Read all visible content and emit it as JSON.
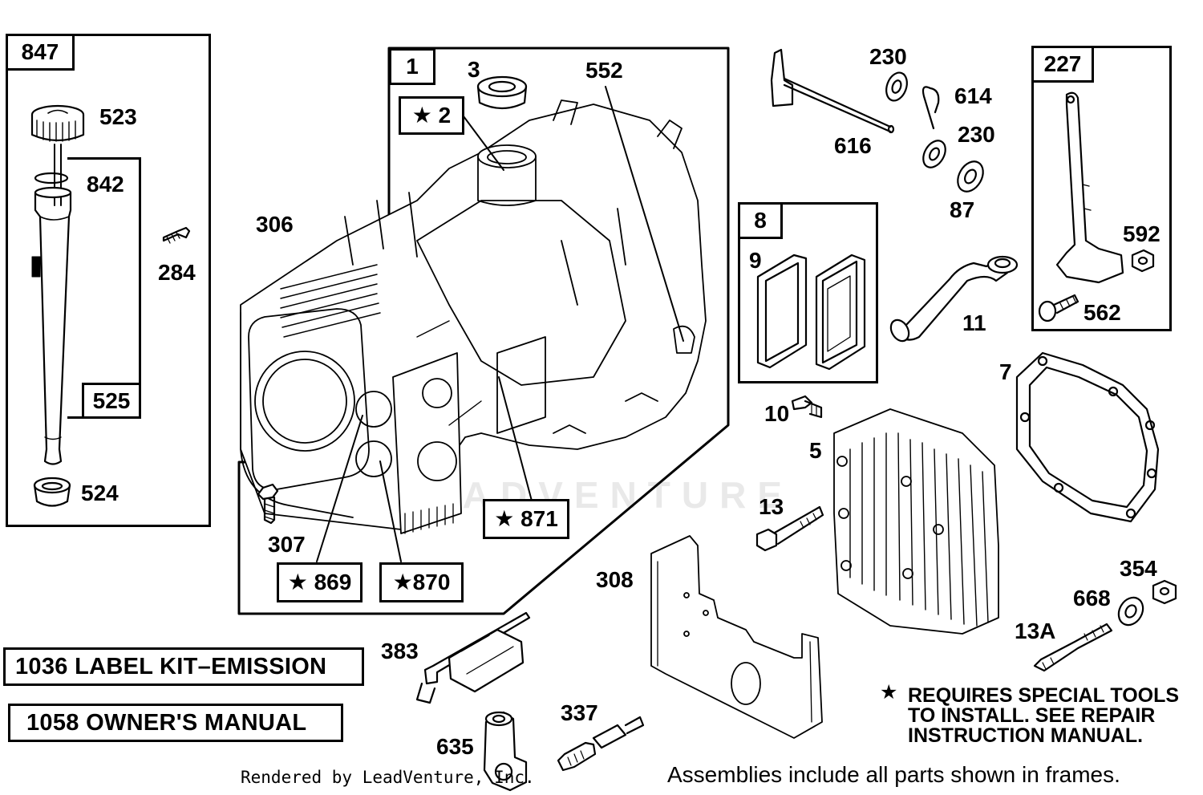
{
  "frames": {
    "f847": "847",
    "f525": "525",
    "f1": "1",
    "f2": "★ 2",
    "f871": "★ 871",
    "f869": "★ 869",
    "f870": "★870",
    "f8": "8",
    "f227": "227"
  },
  "parts": {
    "p523": "523",
    "p842": "842",
    "p284": "284",
    "p524": "524",
    "p3": "3",
    "p552": "552",
    "p306": "306",
    "p307": "307",
    "p230a": "230",
    "p614": "614",
    "p616": "616",
    "p230b": "230",
    "p87": "87",
    "p9": "9",
    "p11": "11",
    "p592": "592",
    "p562": "562",
    "p7": "7",
    "p10": "10",
    "p5": "5",
    "p13": "13",
    "p308": "308",
    "p354": "354",
    "p668": "668",
    "p13a": "13A",
    "p383": "383",
    "p337": "337",
    "p635": "635"
  },
  "kits": {
    "label_kit": "1036 LABEL KIT–EMISSION",
    "owners_manual": "1058 OWNER'S MANUAL"
  },
  "note": {
    "star": "★",
    "line1": "REQUIRES SPECIAL TOOLS",
    "line2": "TO INSTALL.  SEE REPAIR",
    "line3": "INSTRUCTION MANUAL."
  },
  "footer": {
    "rendered_by": "Rendered by LeadVenture, Inc.",
    "assemblies_note": "Assemblies include all parts shown in frames."
  },
  "watermark": "LEADVENTURE"
}
